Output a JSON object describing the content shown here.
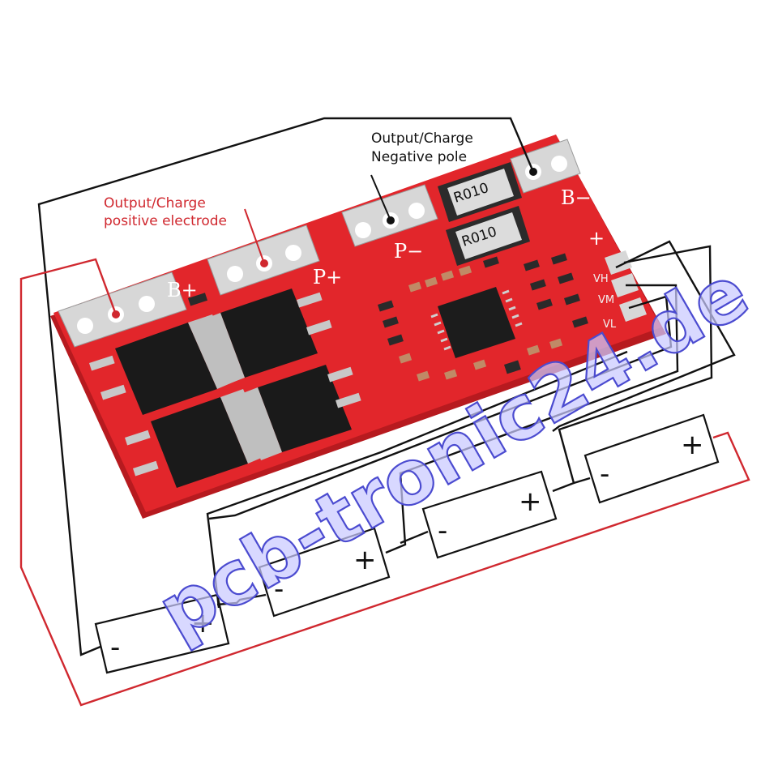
{
  "labels": {
    "negative_pole_line1": "Output/Charge",
    "negative_pole_line2": "Negative pole",
    "positive_electrode_line1": "Output/Charge",
    "positive_electrode_line2": "positive electrode"
  },
  "board": {
    "pad_b_plus": "B+",
    "pad_p_plus": "P+",
    "pad_p_minus": "P−",
    "pad_b_minus": "B−",
    "tap_plus": "+",
    "tap_vh": "VH",
    "tap_vm": "VM",
    "tap_vl": "VL",
    "shunt_resistors": [
      "R010",
      "R010"
    ]
  },
  "cells": [
    {
      "minus": "-",
      "plus": "+"
    },
    {
      "minus": "-",
      "plus": "+"
    },
    {
      "minus": "-",
      "plus": "+"
    },
    {
      "minus": "-",
      "plus": "+"
    }
  ],
  "watermark": "pcb-tronic24.de",
  "colors": {
    "board_red": "#e2262b",
    "wire_red": "#d0282f",
    "wire_black": "#111111",
    "watermark": "#4b4bd0"
  }
}
